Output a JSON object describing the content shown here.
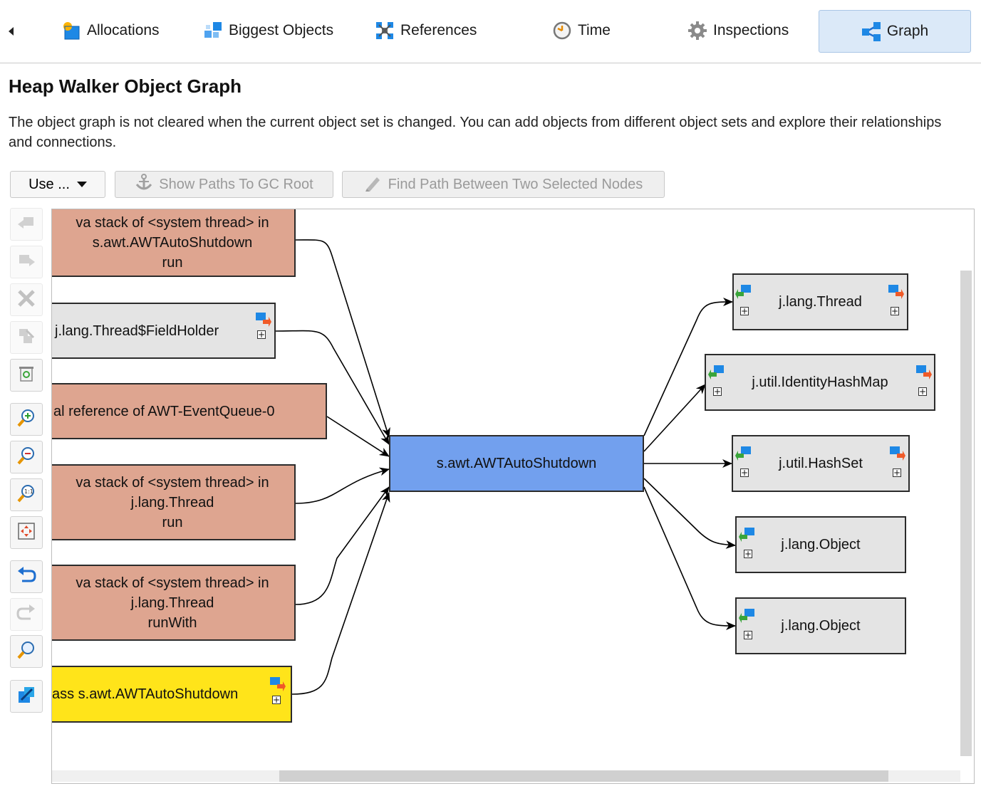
{
  "tabs": [
    {
      "label": "Allocations",
      "icon": "allocations-icon"
    },
    {
      "label": "Biggest Objects",
      "icon": "biggest-objects-icon"
    },
    {
      "label": "References",
      "icon": "references-icon"
    },
    {
      "label": "Time",
      "icon": "clock-icon"
    },
    {
      "label": "Inspections",
      "icon": "gear-icon"
    },
    {
      "label": "Graph",
      "icon": "graph-icon",
      "active": true
    }
  ],
  "page": {
    "title": "Heap Walker Object Graph",
    "description": "The object graph is not cleared when the current object set is changed. You can add objects from different object sets and explore their relationships and connections."
  },
  "toolbar": {
    "use_label": "Use ...",
    "show_paths_label": "Show Paths To GC Root",
    "find_path_label": "Find Path Between Two Selected Nodes"
  },
  "tools": [
    "back-icon",
    "forward-icon",
    "delete-icon",
    "delete-selected-icon",
    "clear-icon",
    "zoom-in-icon",
    "zoom-out-icon",
    "zoom-100-icon",
    "fit-content-icon",
    "undo-icon",
    "redo-icon",
    "find-icon",
    "export-icon"
  ],
  "graph": {
    "incoming": [
      {
        "lines": [
          "va stack of <system thread> in",
          "s.awt.AWTAutoShutdown",
          "run"
        ],
        "kind": "ref"
      },
      {
        "lines": [
          "j.lang.Thread$FieldHolder"
        ],
        "kind": "obj"
      },
      {
        "lines": [
          "al reference of AWT-EventQueue-0"
        ],
        "kind": "ref"
      },
      {
        "lines": [
          "va stack of <system thread> in",
          "j.lang.Thread",
          "run"
        ],
        "kind": "ref"
      },
      {
        "lines": [
          "va stack of <system thread> in",
          "j.lang.Thread",
          "runWith"
        ],
        "kind": "ref"
      },
      {
        "lines": [
          "ass s.awt.AWTAutoShutdown"
        ],
        "kind": "cls"
      }
    ],
    "center": "s.awt.AWTAutoShutdown",
    "outgoing": [
      "j.lang.Thread",
      "j.util.IdentityHashMap",
      "j.util.HashSet",
      "j.lang.Object",
      "j.lang.Object"
    ]
  },
  "colors": {
    "reference_node": "#dea590",
    "object_node": "#e4e4e4",
    "class_node": "#ffe41a",
    "selected_node": "#72a0ee",
    "active_tab": "#dbe9f8"
  }
}
